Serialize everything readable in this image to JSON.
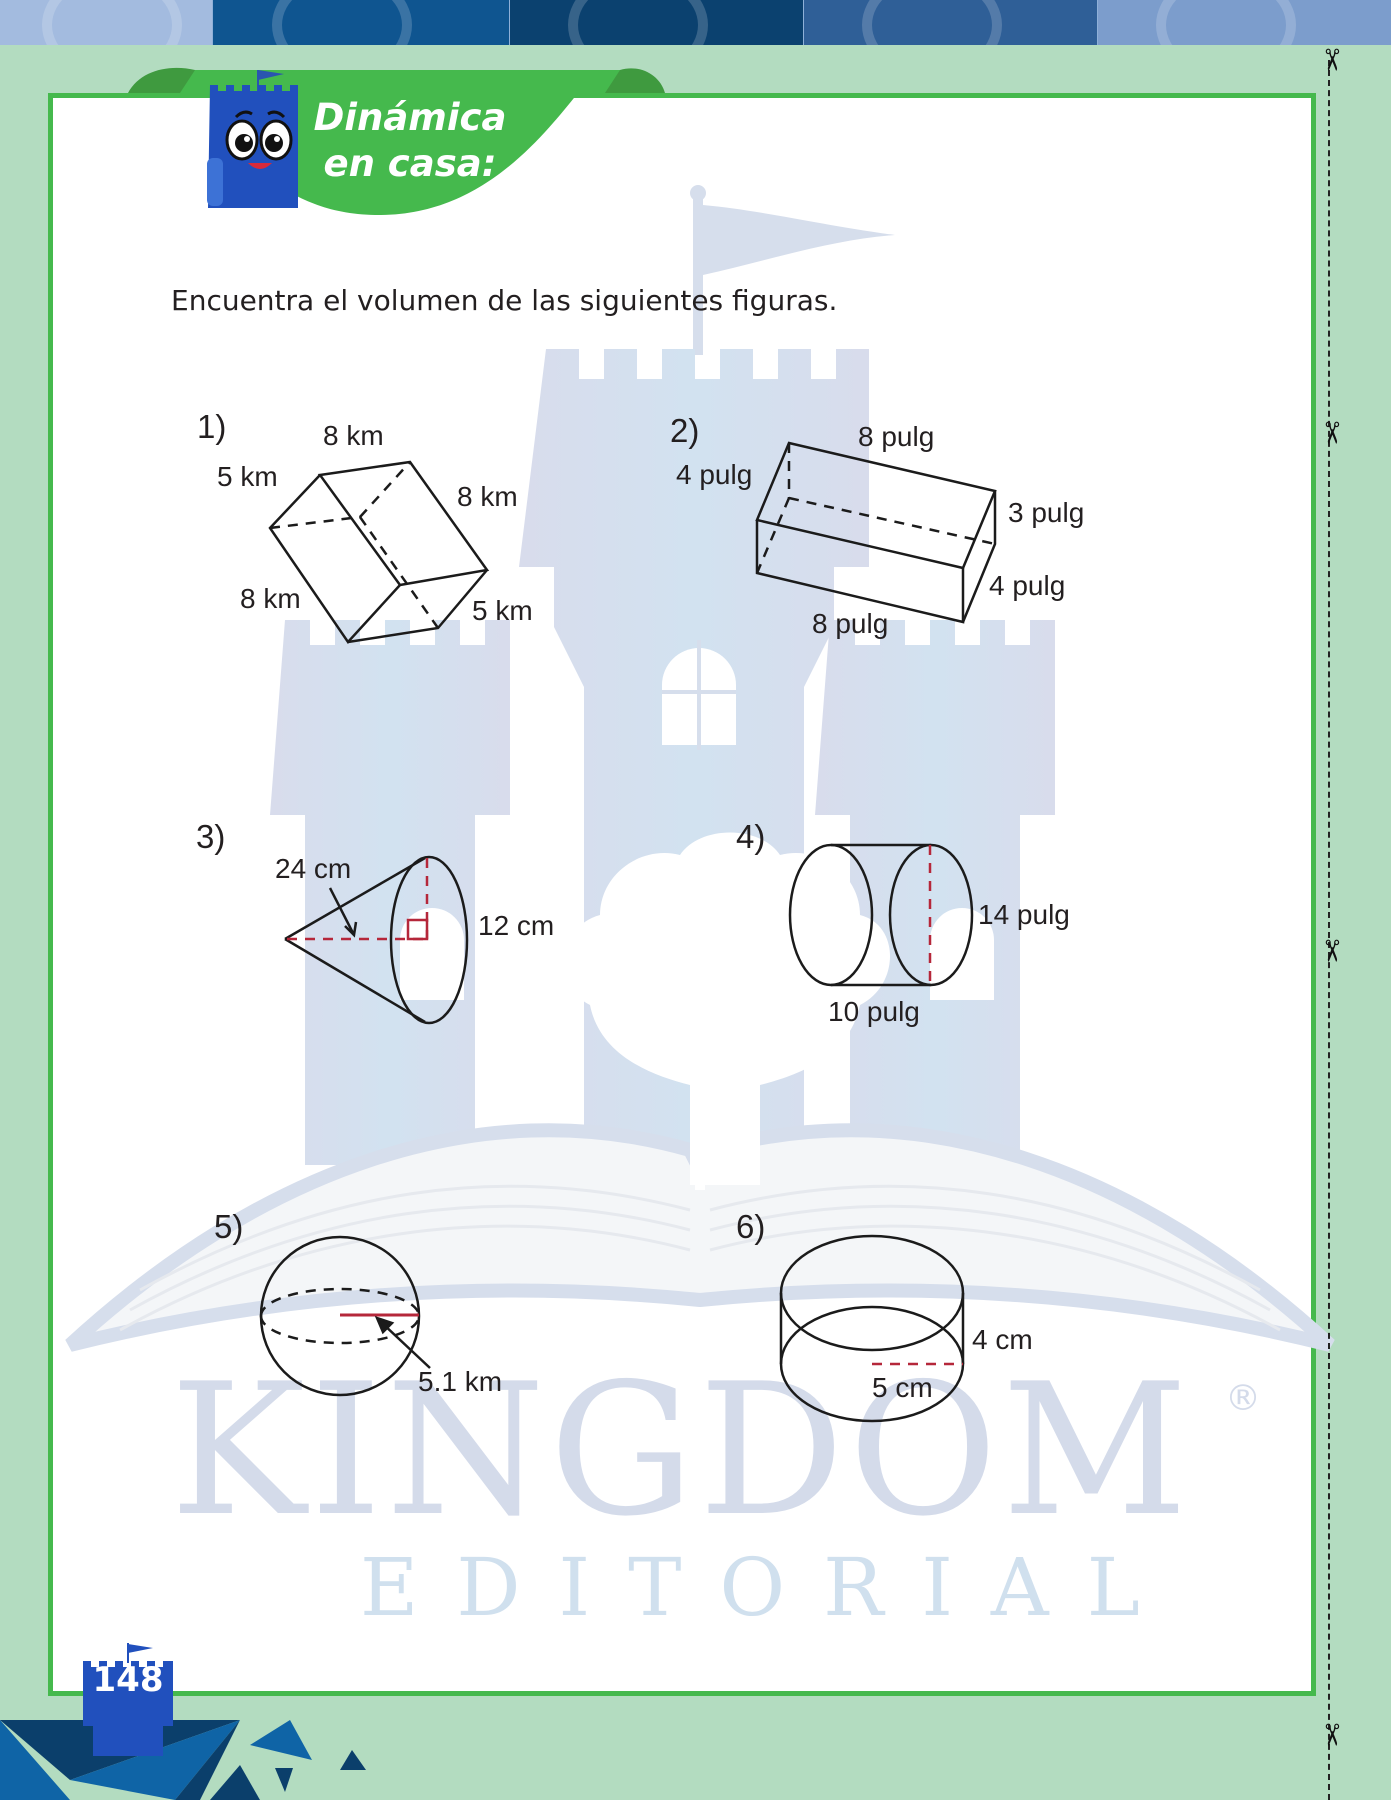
{
  "header": {
    "title_line1": "Dinámica",
    "title_line2": "en casa:",
    "mascot": "castle-mascot-icon"
  },
  "banner": {
    "panel_colors": [
      "#a3bbdf",
      "#0f5590",
      "#0b416f",
      "#2f5f97",
      "#7c9dcc"
    ]
  },
  "colors": {
    "background": "#b3dcc0",
    "frame_border": "#45b94d",
    "tab_green": "#45b94d",
    "accent_red": "#b5273a",
    "watermark": "#d4dbea",
    "mascot_blue": "#1f4fb8"
  },
  "instruction": "Encuentra el volumen de las siguientes figuras.",
  "problems": [
    {
      "number": "1)",
      "shape": "rectangular prism",
      "labels": [
        "8 km",
        "5 km",
        "8 km",
        "8 km",
        "5 km"
      ]
    },
    {
      "number": "2)",
      "shape": "rectangular prism",
      "labels": [
        "8 pulg",
        "4 pulg",
        "3 pulg",
        "4 pulg",
        "8 pulg"
      ]
    },
    {
      "number": "3)",
      "shape": "cone",
      "labels": [
        "24 cm",
        "12 cm"
      ]
    },
    {
      "number": "4)",
      "shape": "cylinder",
      "labels": [
        "14 pulg",
        "10 pulg"
      ]
    },
    {
      "number": "5)",
      "shape": "sphere",
      "labels": [
        "5.1 km"
      ]
    },
    {
      "number": "6)",
      "shape": "cylinder",
      "labels": [
        "4 cm",
        "5 cm"
      ]
    }
  ],
  "watermark": {
    "brand": "KINGDOM",
    "registered": "®",
    "subtitle": "EDITORIAL"
  },
  "footer": {
    "page_number": "148"
  },
  "cut_line": {
    "icon": "scissors-icon",
    "glyph": "✂"
  }
}
